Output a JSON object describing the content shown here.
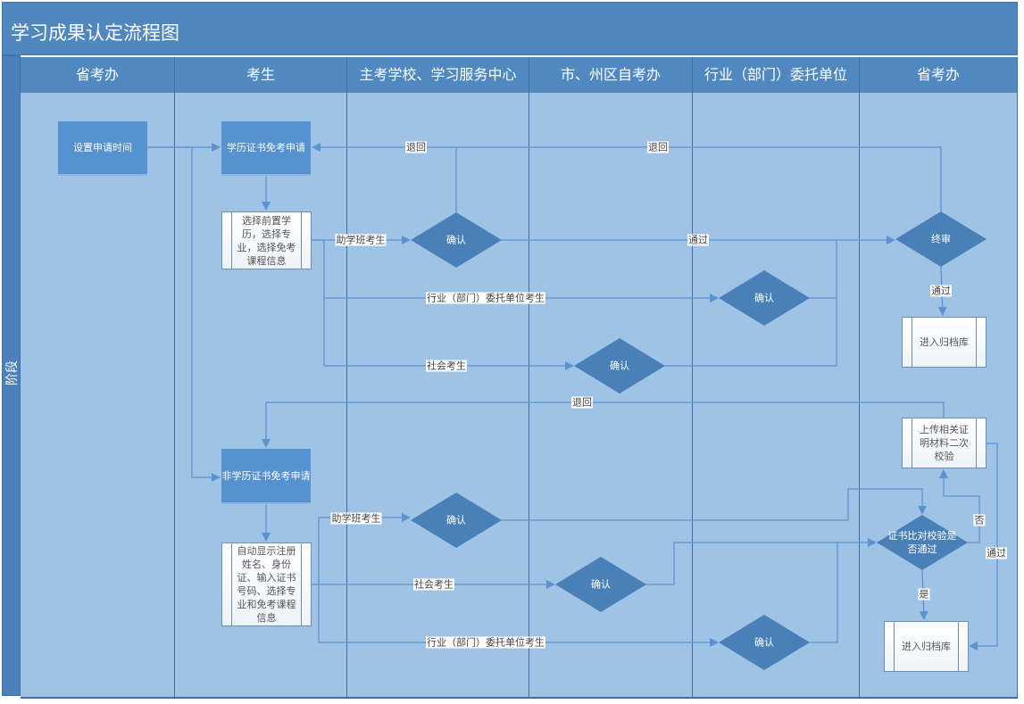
{
  "title": "学习成果认定流程图",
  "phase_label": "阶段",
  "lanes": [
    "省考办",
    "考生",
    "主考学校、学习服务中心",
    "市、州区自考办",
    "行业（部门）委托单位",
    "省考办"
  ],
  "colors": {
    "header": "#4f87be",
    "lane": "#9fc3e5",
    "process": "#5592cf",
    "decision": "#4a80b8",
    "line": "#5b93d1"
  },
  "nodes": {
    "set_time": "设置申请时间",
    "edu_apply": "学历证书免考申请",
    "edu_select": "选择前置学历，选择专业，选择免考课程信息",
    "confirm_school_1": "确认",
    "confirm_industry_1": "确认",
    "confirm_city_1": "确认",
    "final_review": "终审",
    "archive_1": "进入归档库",
    "upload_recheck": "上传相关证明材料二次校验",
    "nonedu_apply": "非学历证书免考申请",
    "nonedu_input": "自动显示注册姓名、身份证、输入证书号码、选择专业和免考课程信息",
    "confirm_school_2": "确认",
    "confirm_city_2": "确认",
    "confirm_industry_2": "确认",
    "cert_check": "证书比对校验是否通过",
    "archive_2": "进入归档库"
  },
  "edge_labels": {
    "return_1": "退回",
    "return_2": "退回",
    "study_class_1": "助学班考生",
    "pass_1": "通过",
    "industry_1": "行业（部门）委托单位考生",
    "social_1": "社会考生",
    "pass_2": "通过",
    "return_3": "退回",
    "study_class_2": "助学班考生",
    "social_2": "社会考生",
    "industry_2": "行业（部门）委托单位考生",
    "no": "否",
    "pass_3": "通过",
    "yes": "是"
  }
}
